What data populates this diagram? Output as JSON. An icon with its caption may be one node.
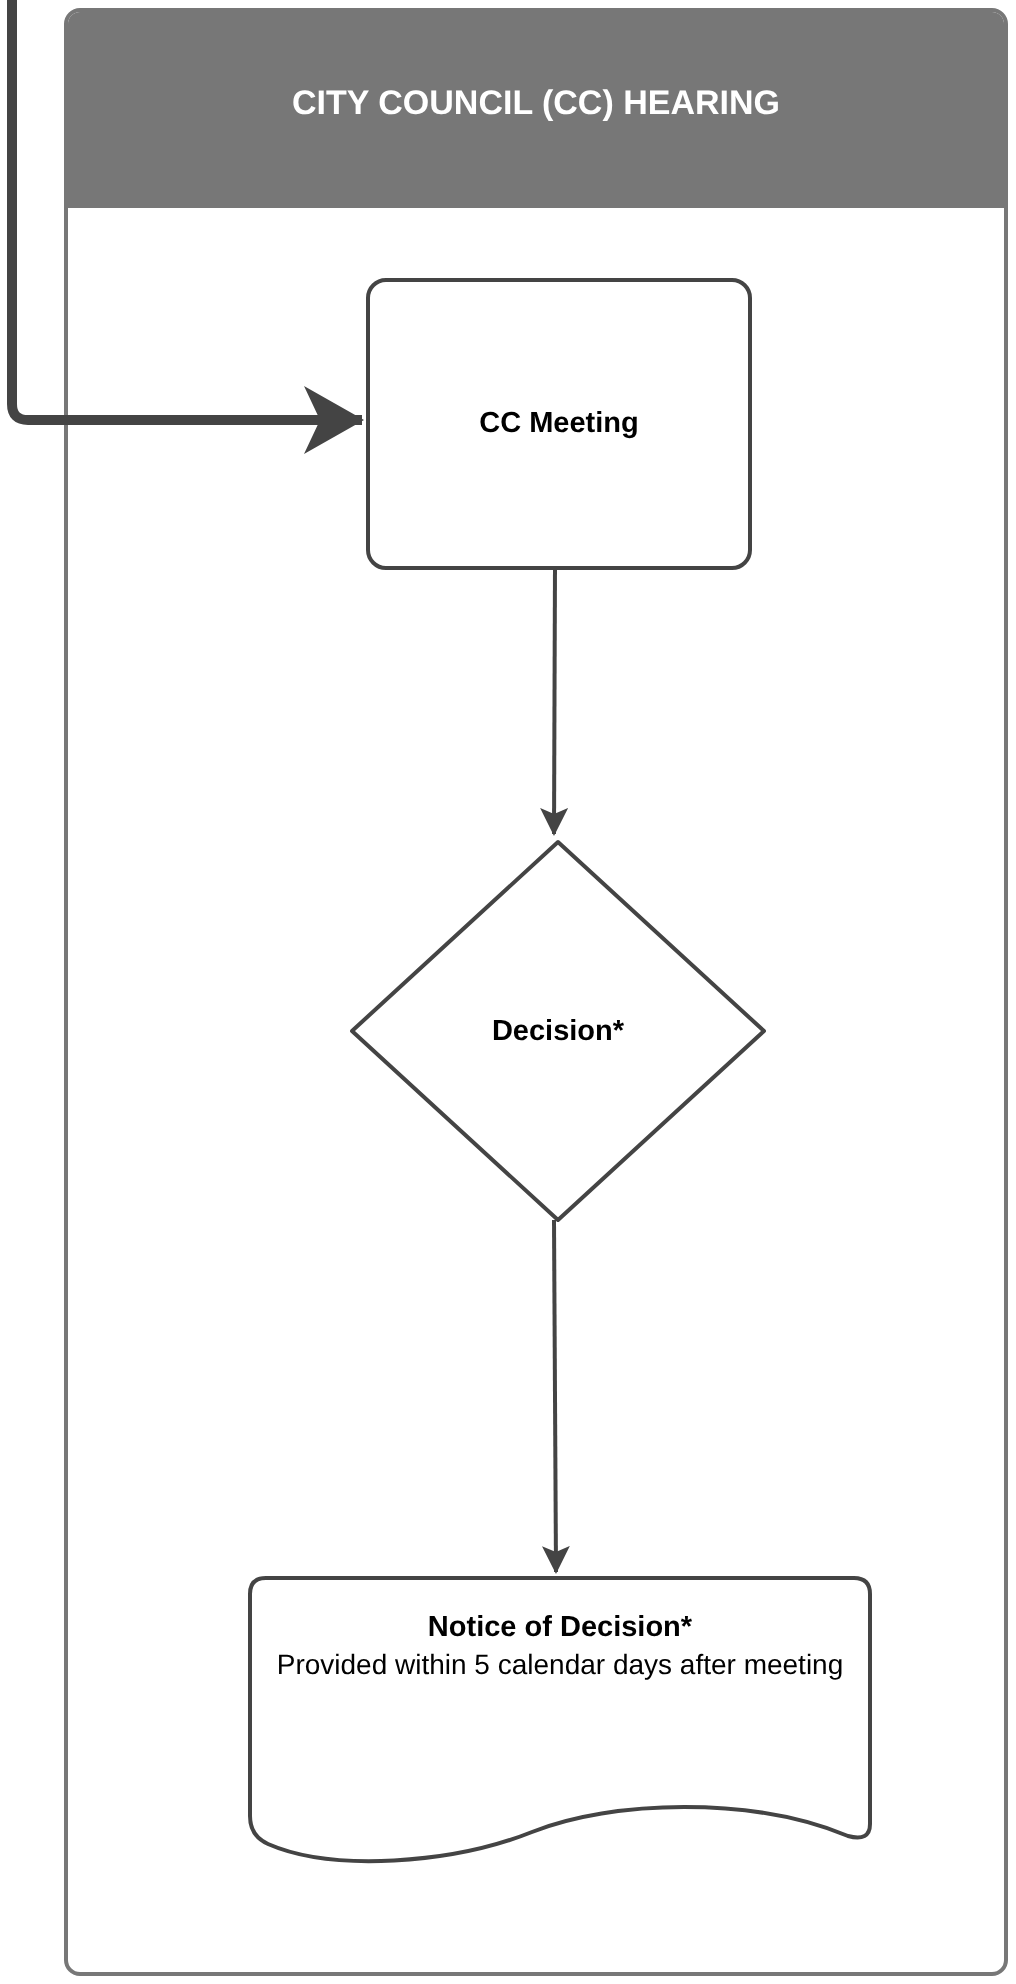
{
  "diagram": {
    "nodes": [
      {
        "text": [
          "CITY COUNCIL (CC) HEARING"
        ]
      },
      {
        "text": [
          "CC Meeting"
        ],
        "in": 0
      },
      {
        "text": [
          "Decision*"
        ],
        "in": 0
      },
      {
        "text": [
          "Notice of Decision*",
          "Provided within 5 calendar days after meeting"
        ],
        "in": 0
      }
    ],
    "edges": [
      {
        "from": null,
        "to": 1,
        "arrow": "to",
        "style": "thick"
      },
      {
        "from": 1,
        "to": 2,
        "arrow": "to"
      },
      {
        "from": 2,
        "to": 3,
        "arrow": "to"
      }
    ]
  }
}
